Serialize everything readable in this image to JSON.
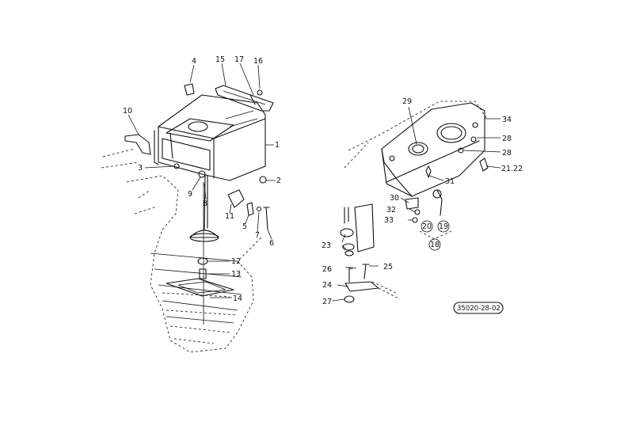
{
  "diagram": {
    "code": "35020-28-02",
    "part_numbers": {
      "p1": "1",
      "p2": "2",
      "p3": "3",
      "p4": "4",
      "p5": "5",
      "p6": "6",
      "p7": "7",
      "p8": "8",
      "p9": "9",
      "p10": "10",
      "p11": "11",
      "p12": "12",
      "p13": "13",
      "p14": "14",
      "p15": "15",
      "p16": "16",
      "p17": "17",
      "p18": "18",
      "p19": "19",
      "p20": "20",
      "p21_22": "21.22",
      "p23": "23",
      "p24": "24",
      "p25": "25",
      "p26": "26",
      "p27": "27",
      "p28a": "28",
      "p28b": "28",
      "p29": "29",
      "p30": "30",
      "p31": "31",
      "p32": "32",
      "p33": "33",
      "p34": "34"
    }
  }
}
